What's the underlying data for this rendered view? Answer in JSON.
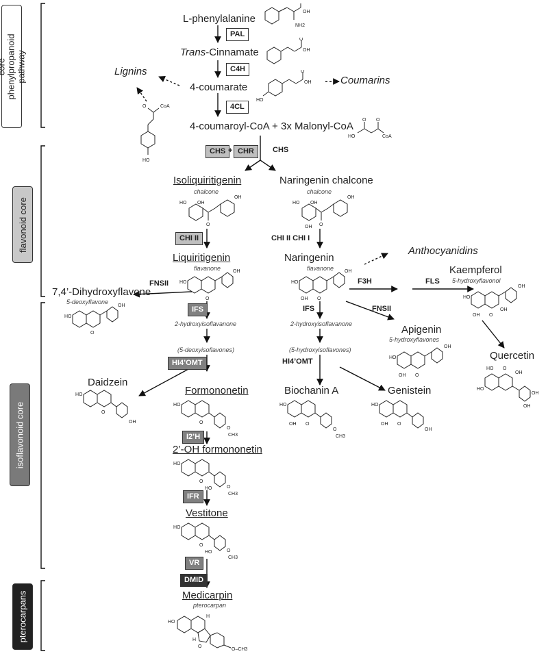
{
  "sections": {
    "core": "core phenylpropanoid pathway",
    "flavonoid": "flavonoid core",
    "isoflavonoid": "isoflavonoid core",
    "pterocarpans": "pterocarpans"
  },
  "compounds": {
    "phenylalanine": "L-phenylalanine",
    "cinnamate_it": "Trans",
    "cinnamate_rest": "-Cinnamate",
    "coumarate": "4-coumarate",
    "lignins": "Lignins",
    "coumarins": "Coumarins",
    "coumaroyl": "4-coumaroyl-CoA + 3x Malonyl-CoA",
    "isoliquiritigenin": "Isoliquiritigenin",
    "naringenin_chalcone": "Naringenin chalcone",
    "chalcone1": "chalcone",
    "chalcone2": "chalcone",
    "liquiritigenin": "Liquiritigenin",
    "flavanone1": "flavanone",
    "naringenin": "Naringenin",
    "flavanone2": "flavanone",
    "anthocyanidins": "Anthocyanidins",
    "dihydroxyflavone": "7,4’-Dihydroxyflavone",
    "deoxyflavone": "5-deoxyflavone",
    "kaempferol": "Kaempferol",
    "hydroxyflavonol": "5-hydroxyflavonol",
    "apigenin": "Apigenin",
    "hydroxyflavones": "5-hydroxyflavones",
    "hydroxyisoflavanone1": "2-hydroxyisoflavanone",
    "hydroxyisoflavanone2": "2-hydroxyisoflavanone",
    "deoxyisoflavones": "(5-deoxyisoflavones)",
    "hydroxyisoflavones": "(5-hydroxyisoflavones)",
    "quercetin": "Quercetin",
    "daidzein": "Daidzein",
    "formononetin": "Formononetin",
    "biochanin": "Biochanin A",
    "genistein": "Genistein",
    "oh_formononetin": "2’-OH formononetin",
    "vestitone": "Vestitone",
    "medicarpin": "Medicarpin",
    "pterocarpan": "pterocarpan"
  },
  "enzymes": {
    "pal": "PAL",
    "c4h": "C4H",
    "cl4": "4CL",
    "chs_box": "CHS",
    "plus": "+",
    "chr": "CHR",
    "chs": "CHS",
    "chi2_box": "CHI II",
    "chi2_chi1": "CHI II  CHI I",
    "fns2_a": "FNSII",
    "f3h": "F3H",
    "fls": "FLS",
    "ifs_box": "IFS",
    "ifs": "IFS",
    "fns2_b": "FNSII",
    "hi4omt_box": "HI4’OMT",
    "hi4omt": "HI4’OMT",
    "i2h": "I2’H",
    "ifr": "IFR",
    "vr": "VR",
    "dmid": "DMID"
  },
  "atoms": {
    "oh": "OH",
    "o": "O",
    "nh2": "NH2",
    "coa": "CoA",
    "ho": "HO",
    "h": "H",
    "och3": "O–CH3",
    "ch3": "CH3"
  },
  "colors": {
    "white_box": "#ffffff",
    "light_box": "#bfbfbf",
    "mid_box": "#808080",
    "dark_box": "#333333"
  }
}
